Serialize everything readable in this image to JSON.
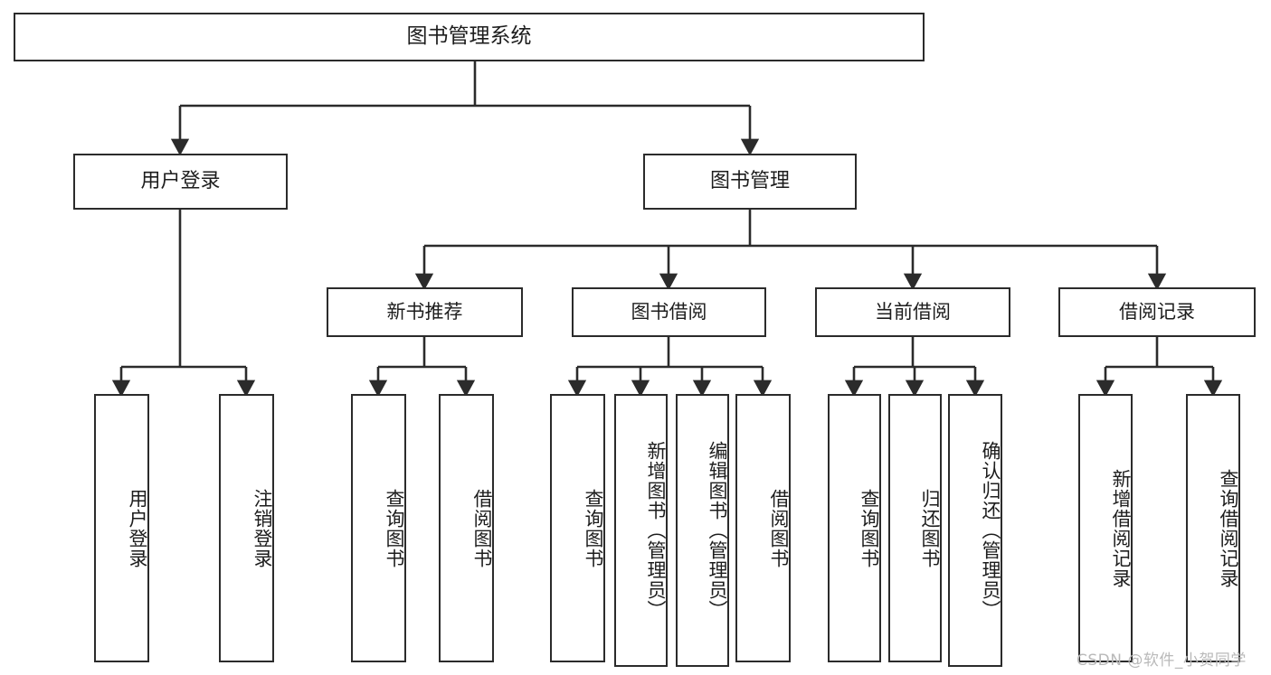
{
  "diagram": {
    "type": "tree-hierarchy",
    "title": "图书管理系统",
    "watermark": "CSDN @软件_小贺同学",
    "colors": {
      "stroke": "#2b2b2b",
      "fill": "#ffffff",
      "text": "#1d1d1d",
      "watermark": "#b9b9b9"
    },
    "root": {
      "label": "图书管理系统"
    },
    "level1": [
      {
        "label": "用户登录"
      },
      {
        "label": "图书管理"
      }
    ],
    "level2": [
      {
        "label": "新书推荐"
      },
      {
        "label": "图书借阅"
      },
      {
        "label": "当前借阅"
      },
      {
        "label": "借阅记录"
      }
    ],
    "leaves": {
      "user_login": [
        {
          "label": "用户登录"
        },
        {
          "label": "注销登录"
        }
      ],
      "new_book_recommend": [
        {
          "label": "查询图书"
        },
        {
          "label": "借阅图书"
        }
      ],
      "book_borrow": [
        {
          "label": "查询图书"
        },
        {
          "label": "新增图书（管理员）"
        },
        {
          "label": "编辑图书（管理员）"
        },
        {
          "label": "借阅图书"
        }
      ],
      "current_borrow": [
        {
          "label": "查询图书"
        },
        {
          "label": "归还图书"
        },
        {
          "label": "确认归还（管理员）"
        }
      ],
      "borrow_record": [
        {
          "label": "新增借阅记录"
        },
        {
          "label": "查询借阅记录"
        }
      ]
    }
  }
}
